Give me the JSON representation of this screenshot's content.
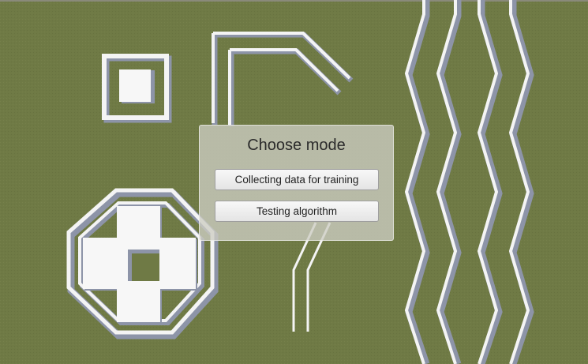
{
  "scene": {
    "ground_color": "#6f7a45",
    "wall_top_color": "#f4f4f4",
    "wall_side_color": "#8d94a8"
  },
  "menu": {
    "title": "Choose mode",
    "buttons": [
      {
        "label": "Collecting data for training"
      },
      {
        "label": "Testing algorithm"
      }
    ]
  }
}
